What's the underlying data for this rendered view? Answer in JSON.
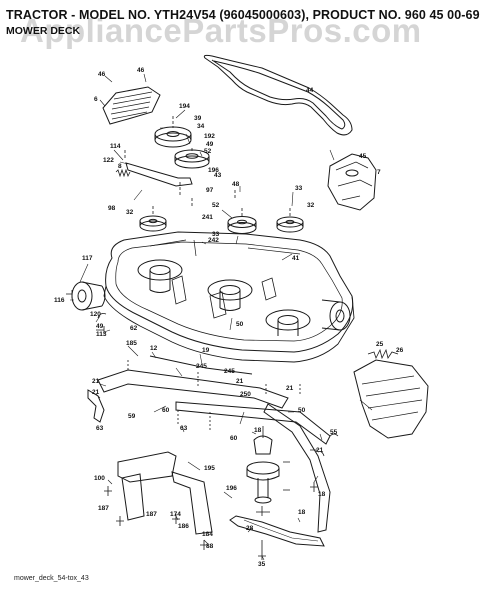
{
  "header": {
    "line1": "TRACTOR - MODEL NO. YTH24V54 (96045000603), PRODUCT NO. 960 45 00-69",
    "line2": "MOWER DECK"
  },
  "watermark": "AppliancePartsPros.com",
  "footer": "mower_deck_54-tox_43",
  "callouts": [
    "46",
    "46",
    "6",
    "194",
    "34",
    "39",
    "192",
    "49",
    "52",
    "196",
    "114",
    "122",
    "8",
    "97",
    "43",
    "32",
    "98",
    "45",
    "7",
    "48",
    "33",
    "52",
    "32",
    "241",
    "242",
    "33",
    "41",
    "117",
    "116",
    "120",
    "49",
    "113",
    "62",
    "50",
    "185",
    "12",
    "19",
    "245",
    "21",
    "21",
    "60",
    "245",
    "21",
    "250",
    "25",
    "26",
    "21",
    "59",
    "63",
    "63",
    "60",
    "50",
    "18",
    "18",
    "55",
    "21",
    "195",
    "196",
    "100",
    "186",
    "187",
    "184",
    "187",
    "174",
    "18",
    "28",
    "88",
    "35",
    "44"
  ],
  "colors": {
    "line": "#1a1a1a",
    "watermark": "#969696"
  }
}
